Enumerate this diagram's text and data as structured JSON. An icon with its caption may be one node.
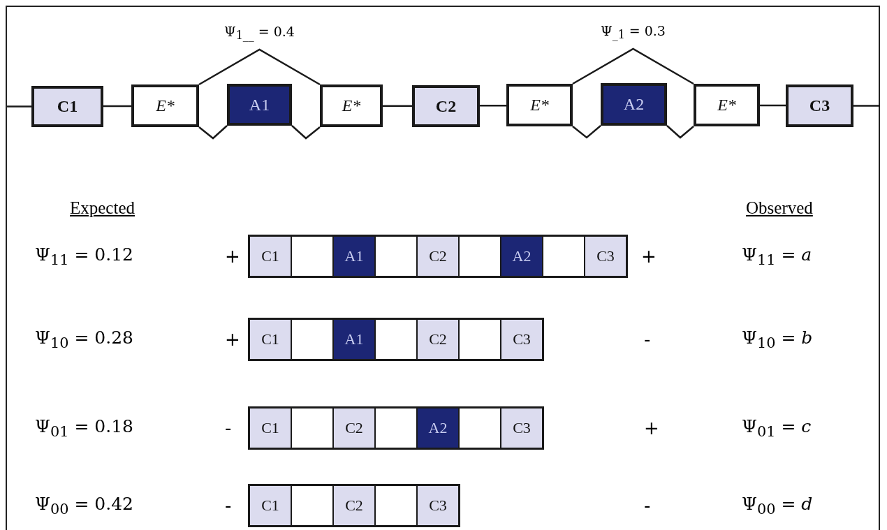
{
  "diagram": {
    "nodes": [
      {
        "text": [
          "C1"
        ]
      },
      {
        "text": [
          "E*"
        ]
      },
      {
        "text": [
          "A1"
        ]
      },
      {
        "text": [
          "E*"
        ]
      },
      {
        "text": [
          "C2"
        ]
      },
      {
        "text": [
          "E*"
        ]
      },
      {
        "text": [
          "A2"
        ]
      },
      {
        "text": [
          "E*"
        ]
      },
      {
        "text": [
          "C3"
        ]
      },
      {
        "text": [],
        "shape": "box"
      },
      {
        "text": [
          "C1"
        ],
        "in": 9
      },
      {
        "text": [],
        "shape": "box",
        "in": 9
      },
      {
        "text": [
          "A1"
        ],
        "in": 9
      },
      {
        "text": [],
        "shape": "box",
        "in": 9
      },
      {
        "text": [
          "C2"
        ],
        "in": 9
      },
      {
        "text": [],
        "shape": "box",
        "in": 9
      },
      {
        "text": [
          "A2"
        ],
        "in": 9
      },
      {
        "text": [],
        "shape": "box",
        "in": 9
      },
      {
        "text": [
          "C3"
        ],
        "in": 9
      },
      {
        "text": [],
        "shape": "box"
      },
      {
        "text": [
          "C1"
        ],
        "in": 19
      },
      {
        "text": [],
        "shape": "box",
        "in": 19
      },
      {
        "text": [
          "A1"
        ],
        "in": 19
      },
      {
        "text": [],
        "shape": "box",
        "in": 19
      },
      {
        "text": [
          "C2"
        ],
        "in": 19
      },
      {
        "text": [],
        "shape": "box",
        "in": 19
      },
      {
        "text": [
          "C3"
        ],
        "in": 19
      },
      {
        "text": [],
        "shape": "box"
      },
      {
        "text": [
          "C1"
        ],
        "in": 27
      },
      {
        "text": [],
        "shape": "box",
        "in": 27
      },
      {
        "text": [
          "C2"
        ],
        "in": 27
      },
      {
        "text": [],
        "shape": "box",
        "in": 27
      },
      {
        "text": [
          "A2"
        ],
        "in": 27
      },
      {
        "text": [],
        "shape": "box",
        "in": 27
      },
      {
        "text": [
          "C3"
        ],
        "in": 27
      },
      {
        "text": [],
        "shape": "box"
      },
      {
        "text": [
          "C1"
        ],
        "in": 35
      },
      {
        "text": [],
        "shape": "box",
        "in": 35
      },
      {
        "text": [
          "C2"
        ],
        "in": 35
      },
      {
        "text": [],
        "shape": "box",
        "in": 35
      },
      {
        "text": [
          "C3"
        ],
        "in": 35
      }
    ],
    "edges": [
      {
        "from": null,
        "to": 0,
        "arrow": "none"
      },
      {
        "from": 0,
        "to": 1,
        "arrow": "none"
      },
      {
        "from": 1,
        "to": 3,
        "arrow": "none",
        "label": "Ψ$_{1__}$ = 0.4"
      },
      {
        "from": 1,
        "to": 2,
        "arrow": "none"
      },
      {
        "from": 2,
        "to": 3,
        "arrow": "none"
      },
      {
        "from": 3,
        "to": 4,
        "arrow": "none"
      },
      {
        "from": 4,
        "to": 5,
        "arrow": "none"
      },
      {
        "from": 5,
        "to": 7,
        "arrow": "none",
        "label": "Ψ$_{_1}$ = 0.3"
      },
      {
        "from": 5,
        "to": 6,
        "arrow": "none"
      },
      {
        "from": 6,
        "to": 7,
        "arrow": "none"
      },
      {
        "from": 7,
        "to": 8,
        "arrow": "none"
      },
      {
        "from": 8,
        "to": null,
        "arrow": "none"
      }
    ],
    "labels": [
      "Expected",
      "Observed",
      "Ψ$_{11}$ = 0.12",
      "+",
      "+",
      "Ψ$_{11}$ = *a*",
      "Ψ$_{10}$ = 0.28",
      "+",
      "-",
      "Ψ$_{10}$ = *b*",
      "Ψ$_{01}$ = 0.18",
      "-",
      "+",
      "Ψ$_{01}$ = *c*",
      "Ψ$_{00}$ = 0.42",
      "-",
      "-",
      "Ψ$_{00}$ = *d*"
    ]
  }
}
